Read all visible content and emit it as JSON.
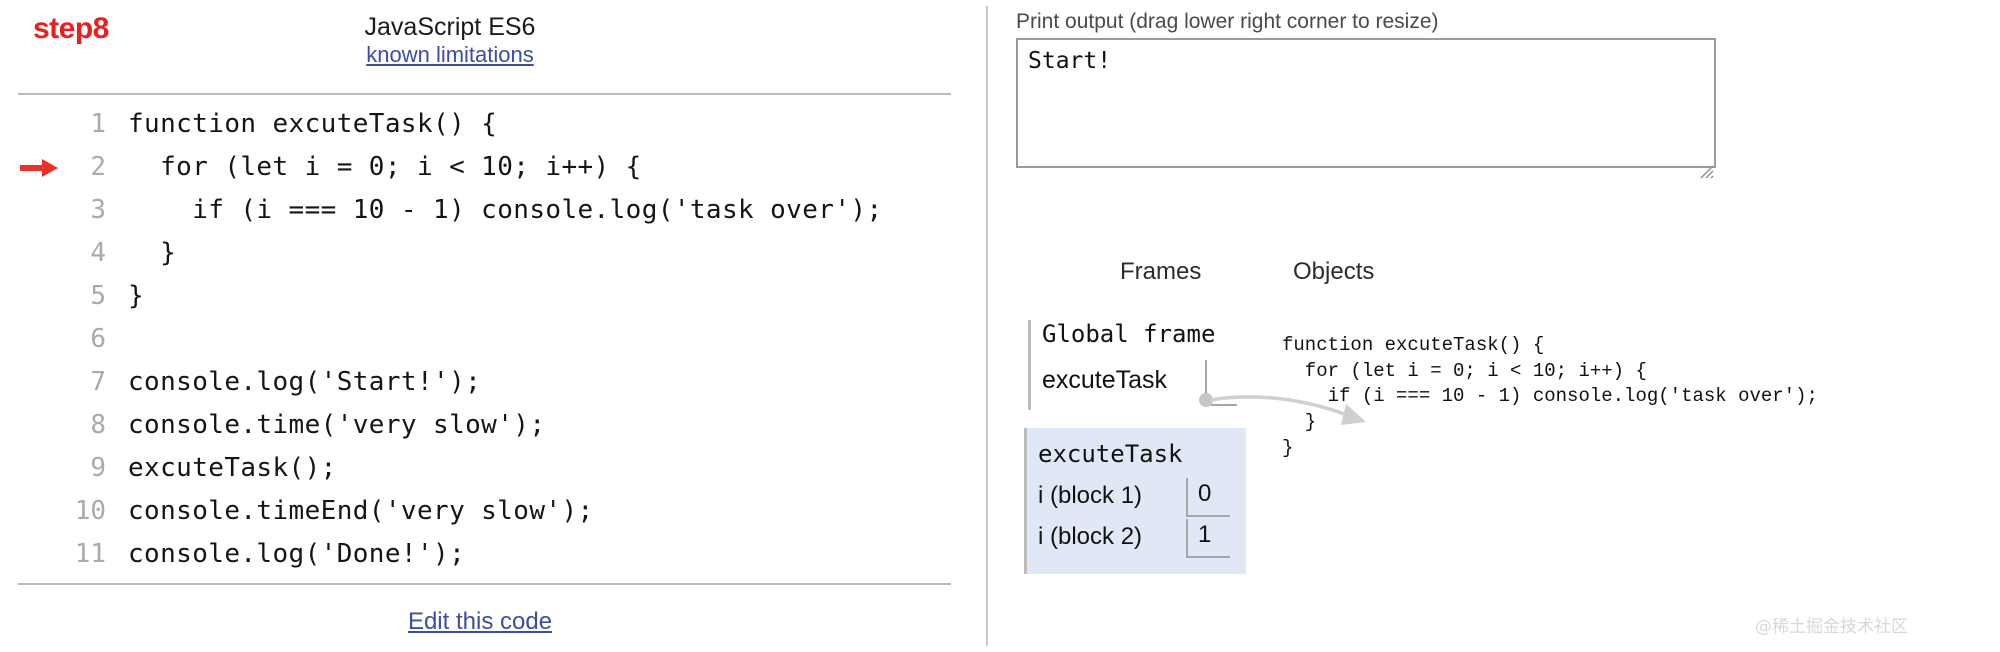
{
  "header": {
    "step_label": "step8",
    "language_title": "JavaScript ES6",
    "known_limitations_link": "known limitations"
  },
  "editor": {
    "current_line": 2,
    "arrow_icon": "right-arrow-icon",
    "edit_link": "Edit this code",
    "lines": [
      {
        "num": "1",
        "text": "function excuteTask() {"
      },
      {
        "num": "2",
        "text": "  for (let i = 0; i < 10; i++) {"
      },
      {
        "num": "3",
        "text": "    if (i === 10 - 1) console.log('task over');"
      },
      {
        "num": "4",
        "text": "  }"
      },
      {
        "num": "5",
        "text": "}"
      },
      {
        "num": "6",
        "text": ""
      },
      {
        "num": "7",
        "text": "console.log('Start!');"
      },
      {
        "num": "8",
        "text": "console.time('very slow');"
      },
      {
        "num": "9",
        "text": "excuteTask();"
      },
      {
        "num": "10",
        "text": "console.timeEnd('very slow');"
      },
      {
        "num": "11",
        "text": "console.log('Done!');"
      }
    ]
  },
  "output": {
    "label": "Print output (drag lower right corner to resize)",
    "text": "Start!",
    "resize_grip_icon": "resize-handle-icon"
  },
  "visualization": {
    "frames_header": "Frames",
    "objects_header": "Objects",
    "global_frame": {
      "title": "Global frame",
      "variables": [
        {
          "name": "excuteTask",
          "value": ""
        }
      ]
    },
    "exec_frame": {
      "title": "excuteTask",
      "variables": [
        {
          "name": "i (block 1)",
          "value": "0"
        },
        {
          "name": "i (block 2)",
          "value": "1"
        }
      ]
    },
    "object_function": "function excuteTask() {\n  for (let i = 0; i < 10; i++) {\n    if (i === 10 - 1) console.log('task over');\n  }\n}"
  },
  "watermark": "@稀土掘金技术社区",
  "colors": {
    "step_red": "#e82020",
    "link_blue": "#3b4fa0",
    "frame_highlight": "#dfe8f4",
    "rule_gray": "#b9b9b9",
    "line_number_gray": "#aaaaaa"
  }
}
